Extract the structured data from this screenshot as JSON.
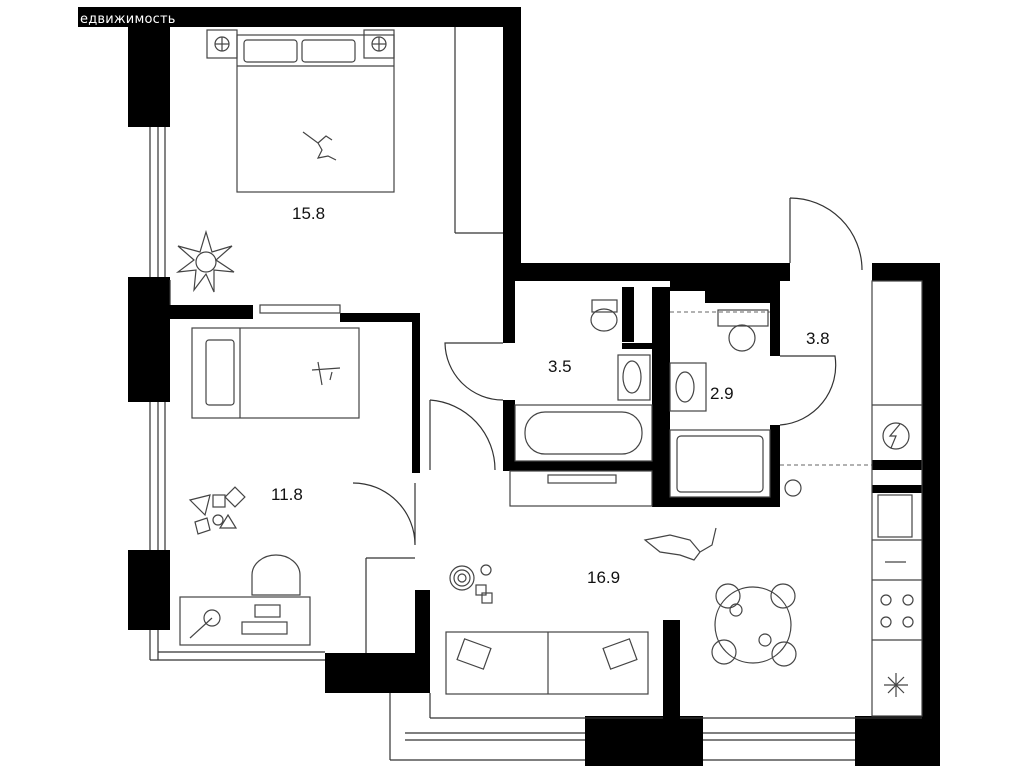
{
  "watermark": "едвижимость",
  "rooms": [
    {
      "name": "bedroom",
      "area": "15.8"
    },
    {
      "name": "kids-room",
      "area": "11.8"
    },
    {
      "name": "bathroom",
      "area": "3.5"
    },
    {
      "name": "wc",
      "area": "2.9"
    },
    {
      "name": "hall",
      "area": "3.8"
    },
    {
      "name": "living-kitchen",
      "area": "16.9"
    }
  ]
}
